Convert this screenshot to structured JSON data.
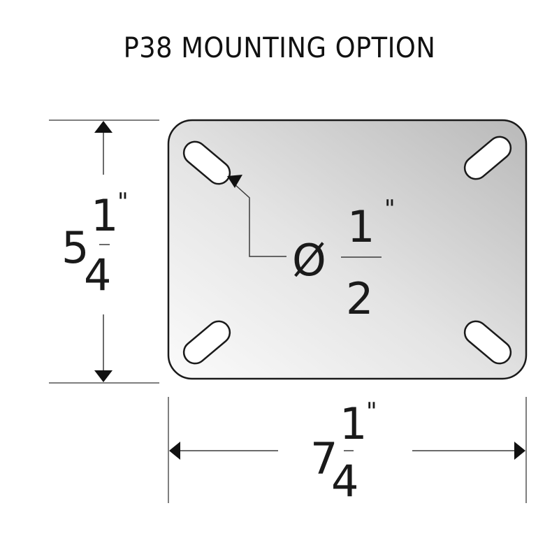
{
  "title": "P38 MOUNTING OPTION",
  "plate": {
    "fill_light": "#f6f6f6",
    "fill_dark": "#bdbdbd",
    "stroke": "#1a1a1a"
  },
  "dimensions": {
    "height": {
      "whole": "5",
      "numerator": "1",
      "denominator": "4",
      "unit": "\""
    },
    "width": {
      "whole": "7",
      "numerator": "1",
      "denominator": "4",
      "unit": "\""
    },
    "hole_diameter": {
      "symbol": "Ø",
      "numerator": "1",
      "denominator": "2",
      "unit": "\""
    }
  },
  "colors": {
    "line": "#3a3a3a",
    "text": "#1a1a1a"
  }
}
